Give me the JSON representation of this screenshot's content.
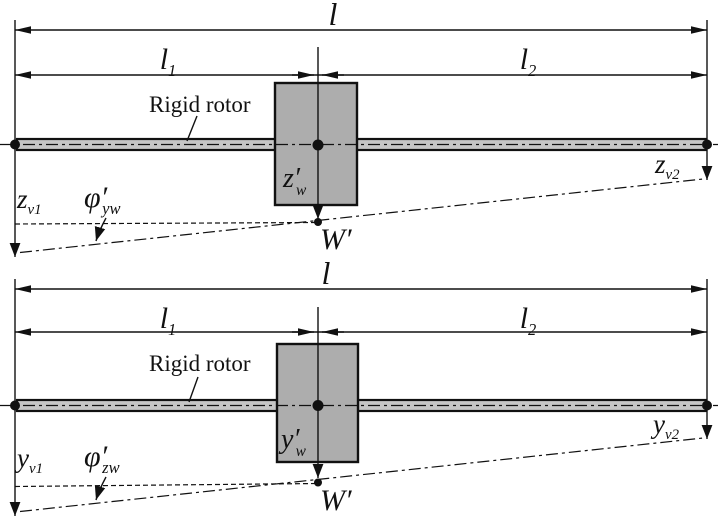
{
  "colors": {
    "line": "#111111",
    "rotor_fill": "#adadad",
    "shaft_fill": "#c6c6c6",
    "background": "#ffffff"
  },
  "top_view": {
    "dim_total": {
      "base": "l"
    },
    "dim_left": {
      "base": "l",
      "sub": "1"
    },
    "dim_right": {
      "base": "l",
      "sub": "2"
    },
    "rotor_label": "Rigid rotor",
    "center_displacement": {
      "base": "z′",
      "sub": "w"
    },
    "mass_point": "W′",
    "left_displacement": {
      "base": "z",
      "sub": "v1"
    },
    "right_displacement": {
      "base": "z",
      "sub": "v2"
    },
    "tilt_angle": {
      "base": "φ′",
      "sub": "yw"
    }
  },
  "bottom_view": {
    "dim_total": {
      "base": "l"
    },
    "dim_left": {
      "base": "l",
      "sub": "1"
    },
    "dim_right": {
      "base": "l",
      "sub": "2"
    },
    "rotor_label": "Rigid rotor",
    "center_displacement": {
      "base": "y′",
      "sub": "w"
    },
    "mass_point": "W′",
    "left_displacement": {
      "base": "y",
      "sub": "v1"
    },
    "right_displacement": {
      "base": "y",
      "sub": "v2"
    },
    "tilt_angle": {
      "base": "φ′",
      "sub": "zw"
    }
  }
}
